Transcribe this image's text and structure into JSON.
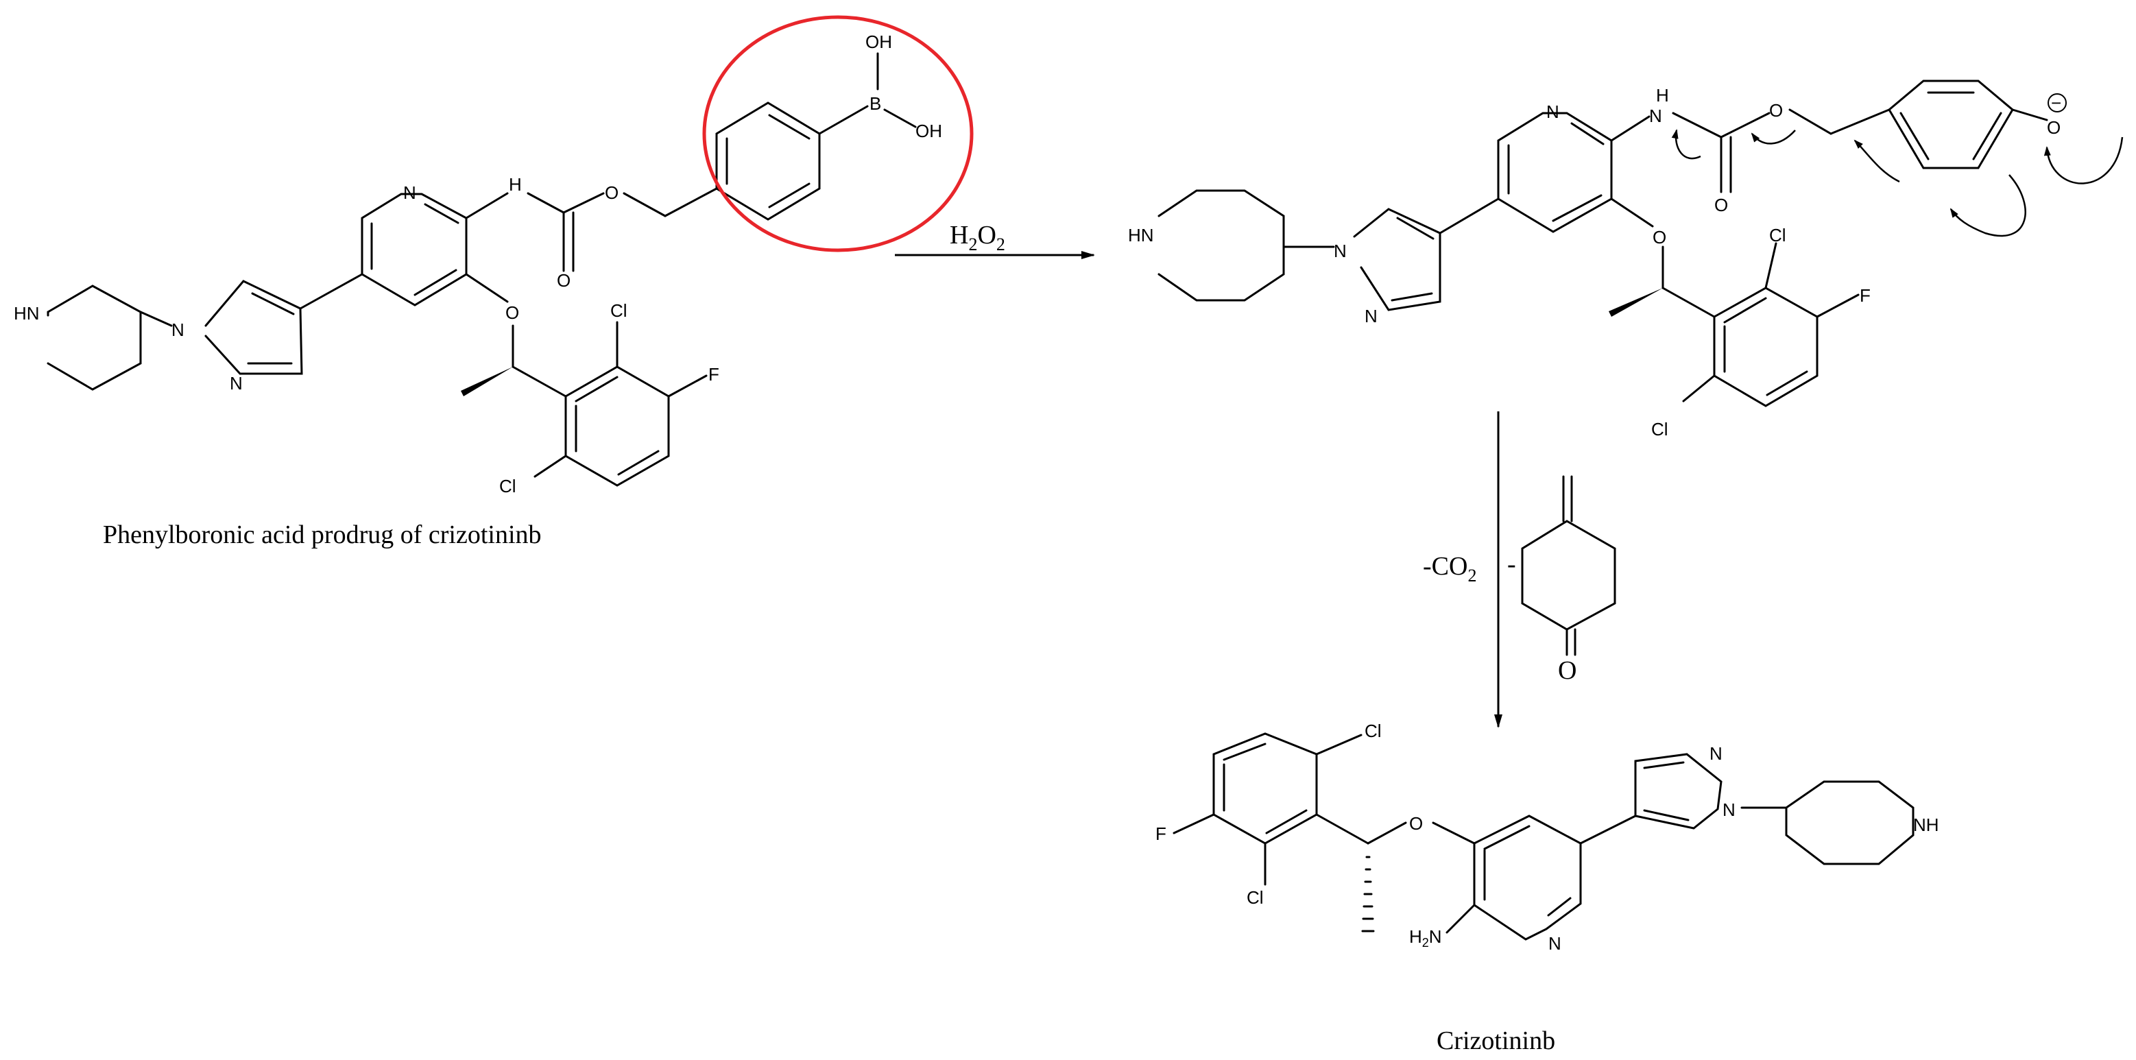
{
  "captions": {
    "prodrug": "Phenylboronic acid prodrug of crizotininb",
    "product": "Crizotininb"
  },
  "reagents": {
    "step1": {
      "main": "H",
      "sub1": "2",
      "mid": "O",
      "sub2": "2"
    },
    "step2": {
      "main": "-CO",
      "sub": "2",
      "sep": "-"
    }
  },
  "atom_labels": {
    "oh": "OH",
    "b": "B",
    "n": "N",
    "nh": "NH",
    "hn": "HN",
    "h": "H",
    "o": "O",
    "cl": "Cl",
    "f": "F",
    "h2n_main": "H",
    "h2n_sub": "2",
    "h2n_n": "N",
    "minus": "−"
  },
  "highlight_color": "#e8262b"
}
